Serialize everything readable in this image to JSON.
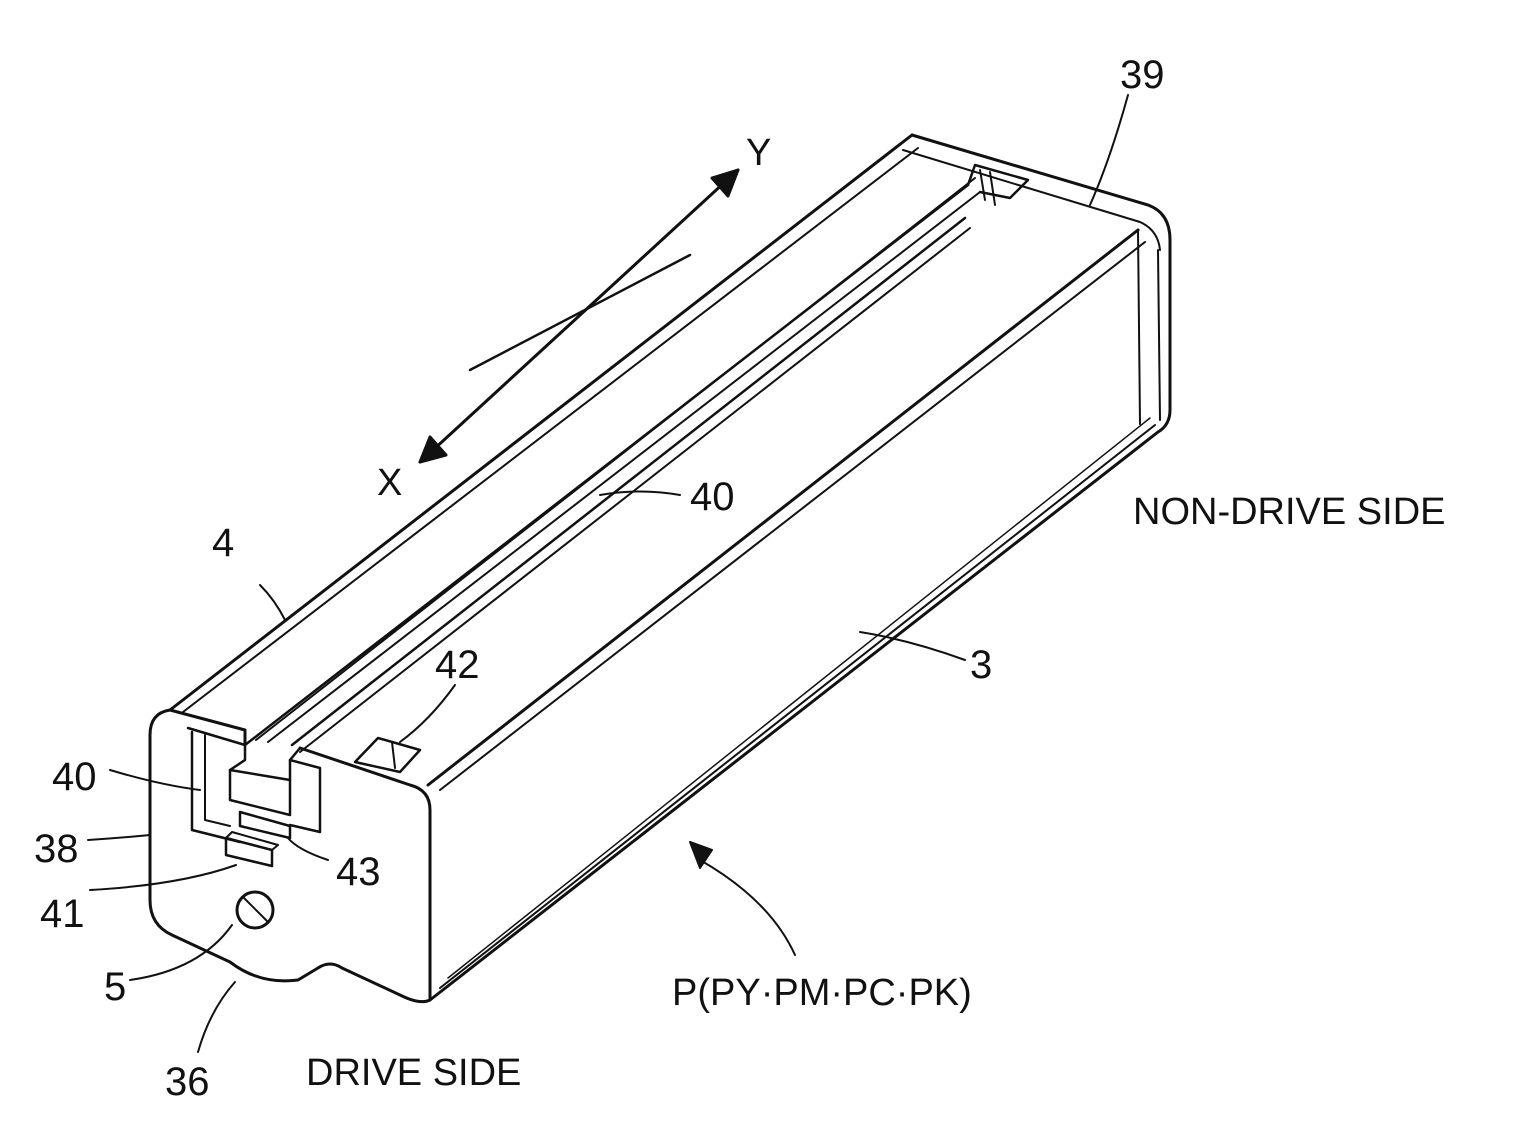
{
  "figure": {
    "labels": {
      "ref_39": "39",
      "axis_y": "Y",
      "axis_x": "X",
      "ref_40_top": "40",
      "non_drive_side": "NON-DRIVE SIDE",
      "ref_4": "4",
      "ref_42": "42",
      "ref_3": "3",
      "ref_40_side": "40",
      "ref_38": "38",
      "ref_43": "43",
      "ref_41": "41",
      "ref_5": "5",
      "ref_36": "36",
      "drive_side": "DRIVE SIDE",
      "cartridge": "P(PY·PM·PC·PK)"
    },
    "colors": {
      "line": "#111111",
      "background": "#ffffff"
    }
  }
}
